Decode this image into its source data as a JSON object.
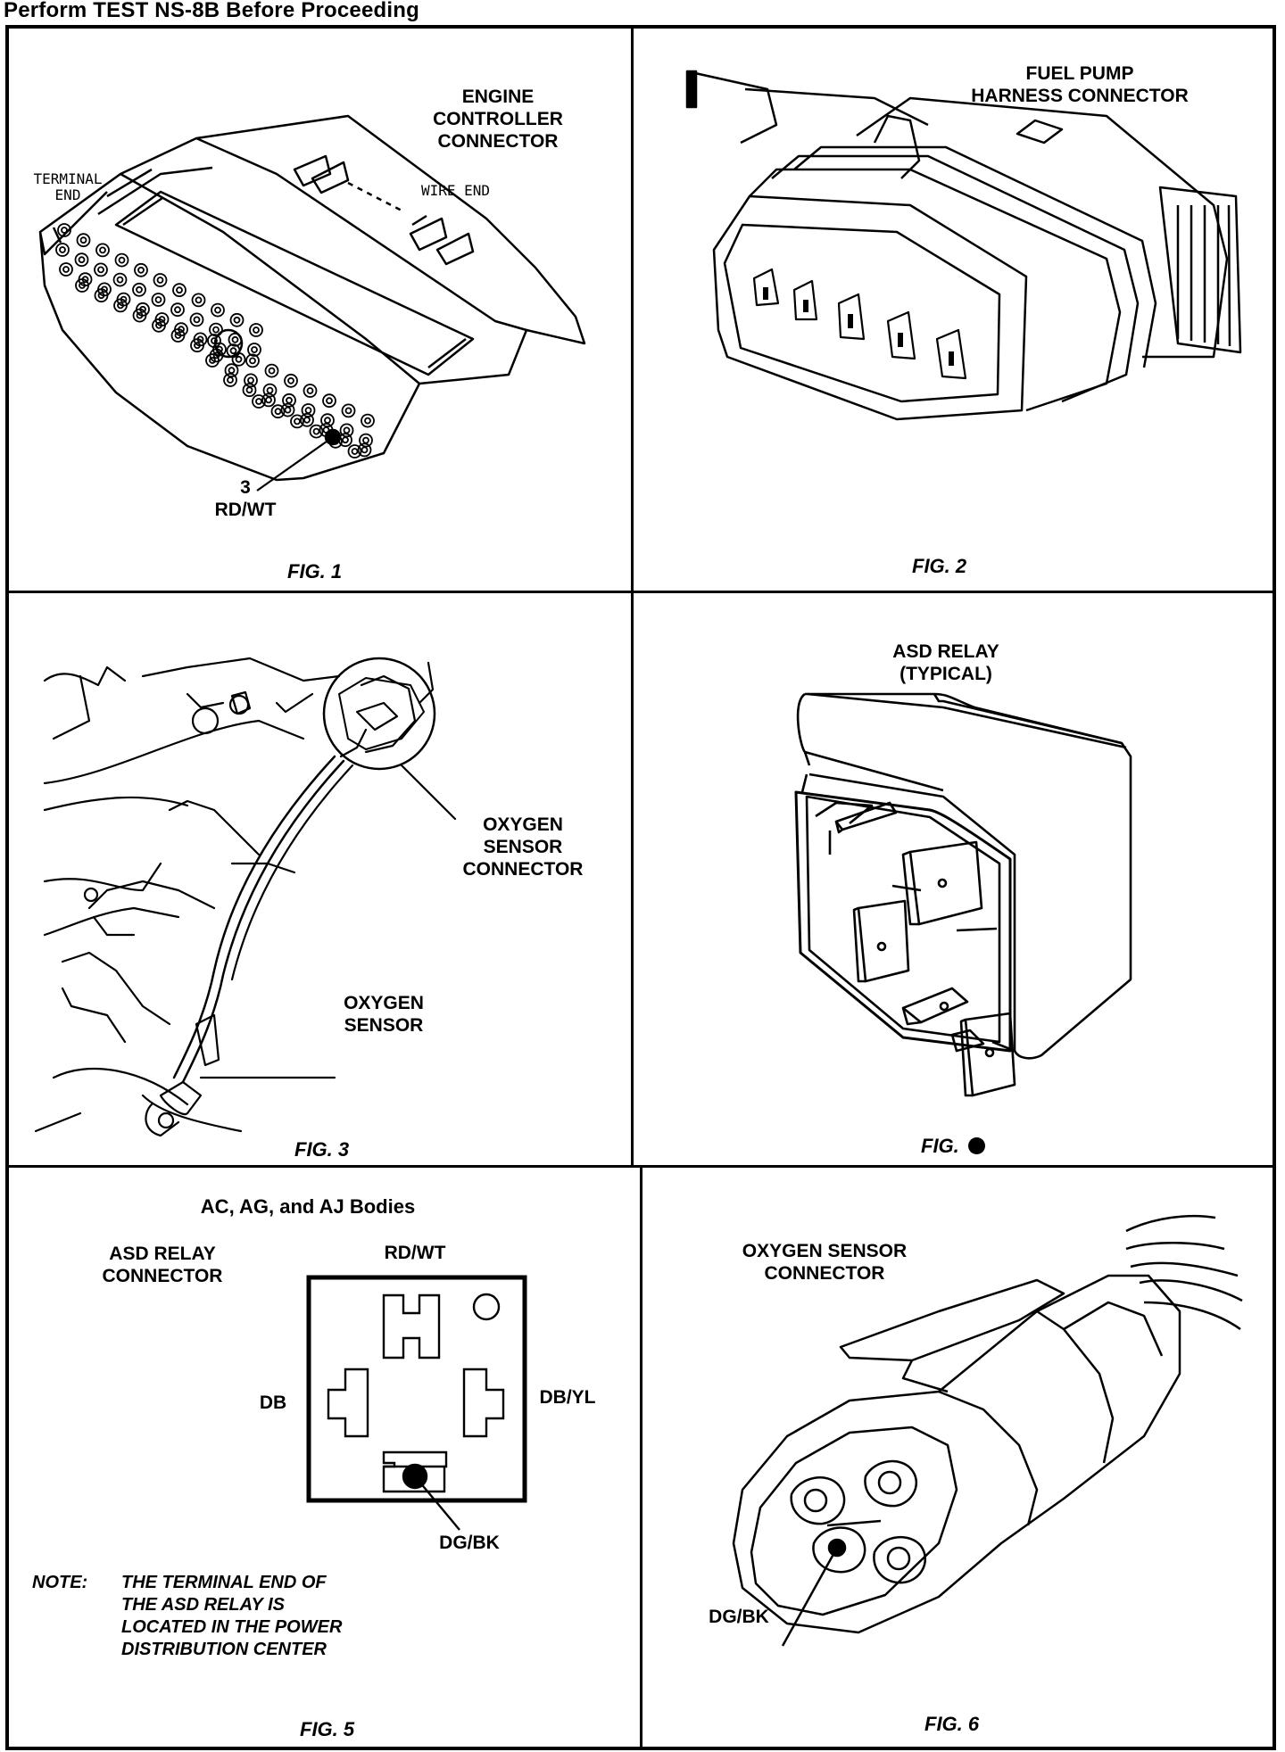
{
  "page_title": "Perform TEST NS-8B Before Proceeding",
  "fig1": {
    "label_title_line1": "ENGINE",
    "label_title_line2": "CONTROLLER",
    "label_title_line3": "CONNECTOR",
    "terminal_end_line1": "TERMINAL",
    "terminal_end_line2": "END",
    "wire_end": "WIRE END",
    "pin_number": "3",
    "pin_color": "RD/WT",
    "caption": "FIG. 1"
  },
  "fig2": {
    "title_line1": "FUEL PUMP",
    "title_line2": "HARNESS CONNECTOR",
    "caption": "FIG. 2"
  },
  "fig3": {
    "connector_line1": "OXYGEN",
    "connector_line2": "SENSOR",
    "connector_line3": "CONNECTOR",
    "sensor_line1": "OXYGEN",
    "sensor_line2": "SENSOR",
    "caption": "FIG. 3"
  },
  "fig4": {
    "title_line1": "ASD RELAY",
    "title_line2": "(TYPICAL)",
    "caption": "FIG."
  },
  "fig5": {
    "bodies": "AC, AG, and AJ Bodies",
    "relay_line1": "ASD RELAY",
    "relay_line2": "CONNECTOR",
    "top_wire": "RD/WT",
    "left_wire": "DB",
    "right_wire": "DB/YL",
    "bottom_wire": "DG/BK",
    "note_label": "NOTE:",
    "note_line1": "THE TERMINAL END OF",
    "note_line2": "THE ASD RELAY IS",
    "note_line3": "LOCATED IN THE POWER",
    "note_line4": "DISTRIBUTION CENTER",
    "caption": "FIG. 5"
  },
  "fig6": {
    "title_line1": "OXYGEN SENSOR",
    "title_line2": "CONNECTOR",
    "wire": "DG/BK",
    "caption": "FIG. 6"
  }
}
